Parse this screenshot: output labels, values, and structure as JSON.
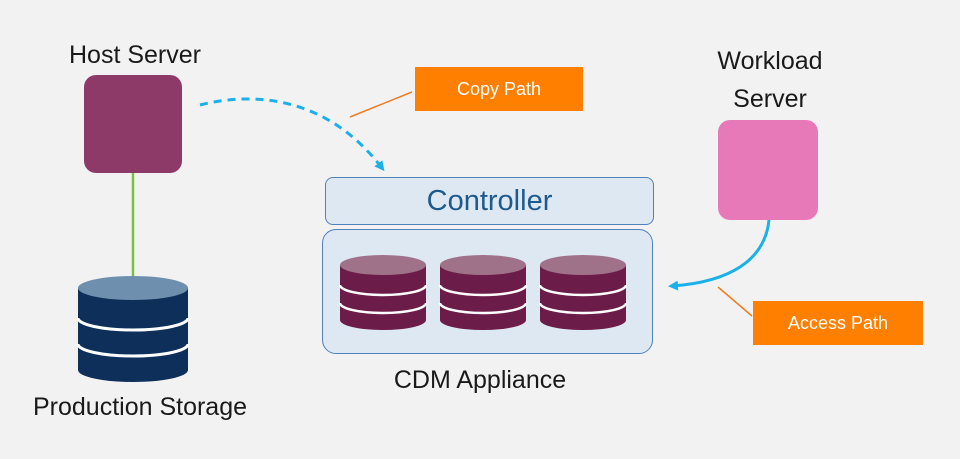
{
  "host_server": {
    "label": "Host Server",
    "color": "#8e3a68"
  },
  "workload_server": {
    "label": "Workload Server",
    "color": "#e879b9"
  },
  "production_storage": {
    "label": "Production Storage",
    "color": "#0d2f5a"
  },
  "cdm_appliance": {
    "label": "CDM Appliance",
    "controller_label": "Controller",
    "disk_color": "#6b1c48"
  },
  "callouts": {
    "copy_path": "Copy Path",
    "access_path": "Access Path",
    "color": "#ff7f00"
  },
  "connectors": {
    "copy_path_color": "#1ab0e8",
    "access_path_color": "#1ab0e8",
    "host_storage_link_color": "#7ac143",
    "callout_leader_color": "#f07c22"
  }
}
